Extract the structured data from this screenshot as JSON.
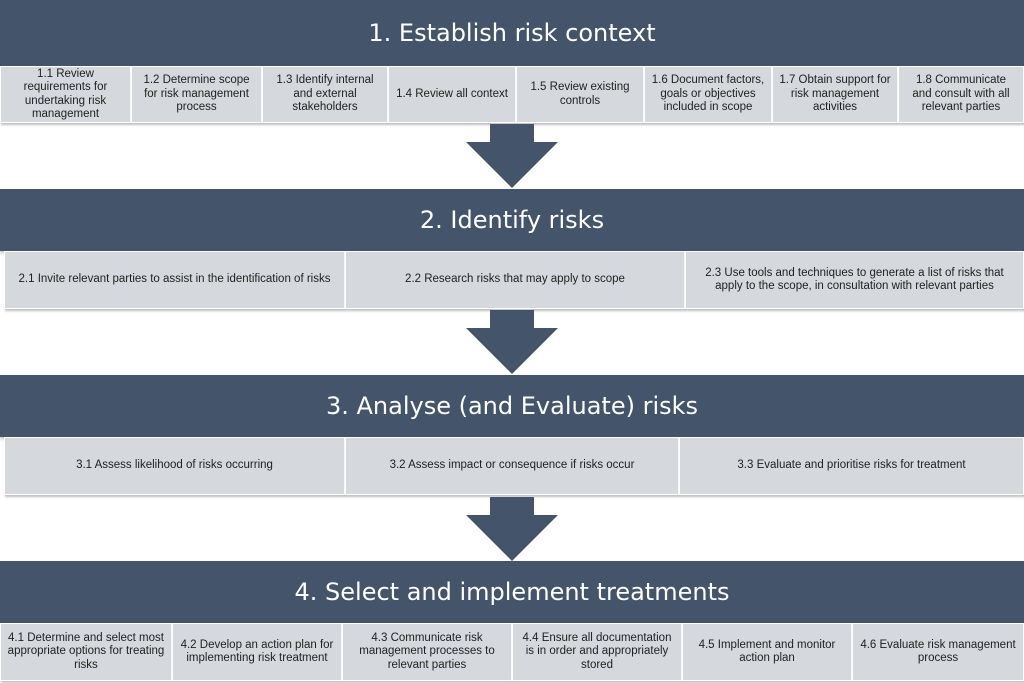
{
  "steps": [
    {
      "title": "1. Establish risk context",
      "tasks": [
        "1.1 Review requirements for undertaking risk management",
        "1.2 Determine scope for risk management process",
        "1.3 Identify internal and external stakeholders",
        "1.4 Review all context",
        "1.5 Review existing controls",
        "1.6 Document factors, goals or objectives included in scope",
        "1.7 Obtain support for risk management activities",
        "1.8 Communicate and consult with all relevant parties"
      ]
    },
    {
      "title": "2. Identify risks",
      "tasks": [
        "2.1 Invite relevant parties to assist in the identification of risks",
        "2.2 Research  risks that may apply to scope",
        "2.3 Use tools and techniques  to generate a list of risks that apply to the scope, in consultation with relevant parties"
      ]
    },
    {
      "title": "3. Analyse (and Evaluate) risks",
      "tasks": [
        "3.1 Assess likelihood  of risks occurring",
        "3.2 Assess impact or consequence  if risks occur",
        "3.3 Evaluate  and prioritise risks for treatment"
      ]
    },
    {
      "title": "4. Select and implement treatments",
      "tasks": [
        "4.1 Determine and select most appropriate options  for treating risks",
        "4.2 Develop an action plan  for implementing risk treatment",
        "4.3 Communicate risk management processes to relevant parties",
        "4.4 Ensure all documentation is in order and appropriately stored",
        "4.5 Implement and monitor action plan",
        "4.6 Evaluate risk management process"
      ]
    }
  ],
  "colors": {
    "band": "#44546a",
    "cell": "#d5d8dc",
    "arrow": "#44546a"
  }
}
